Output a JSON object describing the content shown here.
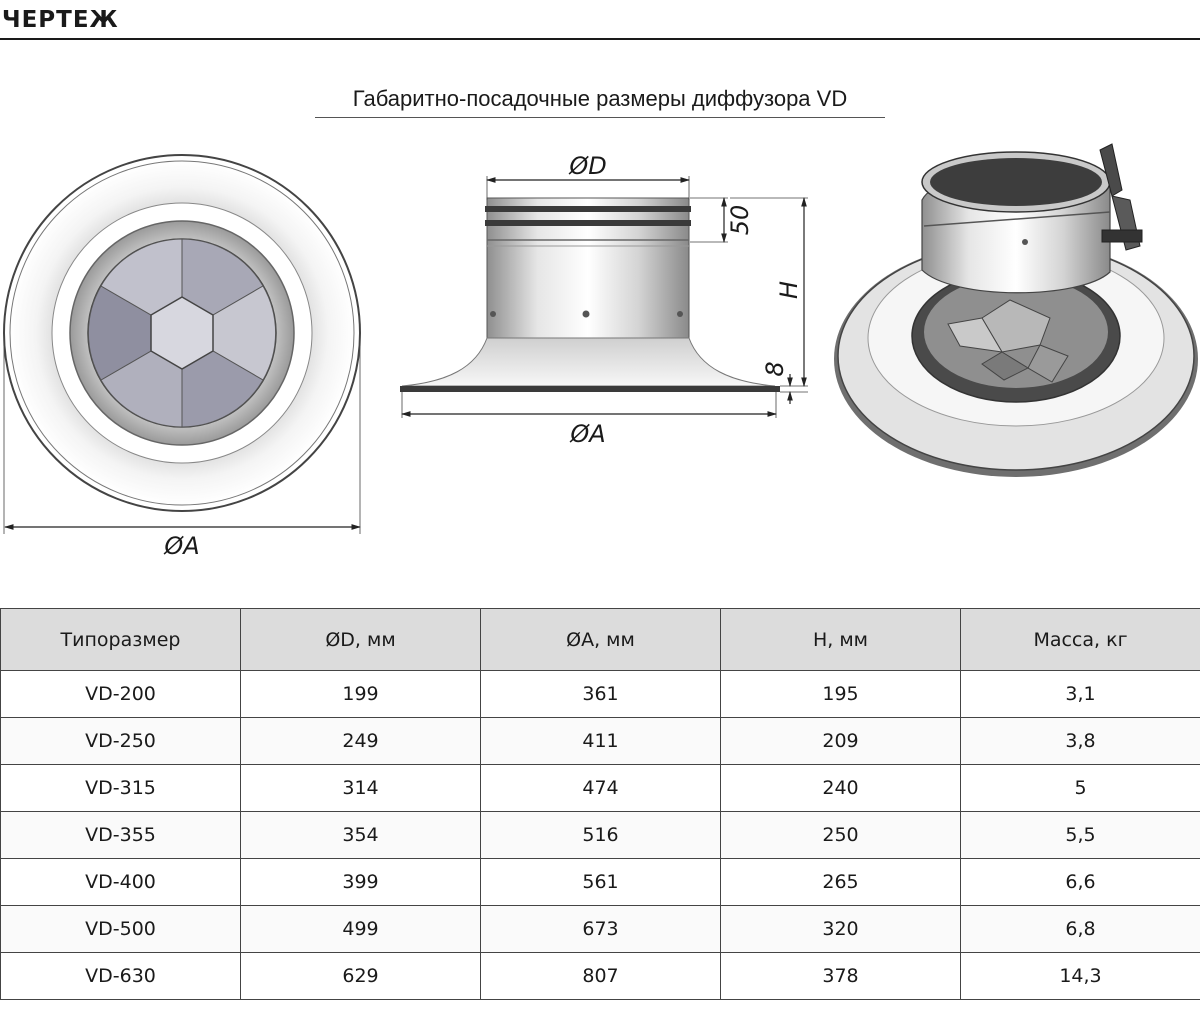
{
  "header": {
    "title": "ЧЕРТЕЖ"
  },
  "caption": "Габаритно-посадочные размеры диффузора VD",
  "drawing": {
    "front_label": "ØA",
    "side_label_d": "ØD",
    "side_label_a": "ØA",
    "side_label_h": "H",
    "side_label_50": "50",
    "side_label_8": "8"
  },
  "table": {
    "headers": [
      "Типоразмер",
      "ØD, мм",
      "ØA, мм",
      "H, мм",
      "Масса, кг"
    ],
    "rows": [
      [
        "VD-200",
        "199",
        "361",
        "195",
        "3,1"
      ],
      [
        "VD-250",
        "249",
        "411",
        "209",
        "3,8"
      ],
      [
        "VD-315",
        "314",
        "474",
        "240",
        "5"
      ],
      [
        "VD-355",
        "354",
        "516",
        "250",
        "5,5"
      ],
      [
        "VD-400",
        "399",
        "561",
        "265",
        "6,6"
      ],
      [
        "VD-500",
        "499",
        "673",
        "320",
        "6,8"
      ],
      [
        "VD-630",
        "629",
        "807",
        "378",
        "14,3"
      ]
    ]
  }
}
